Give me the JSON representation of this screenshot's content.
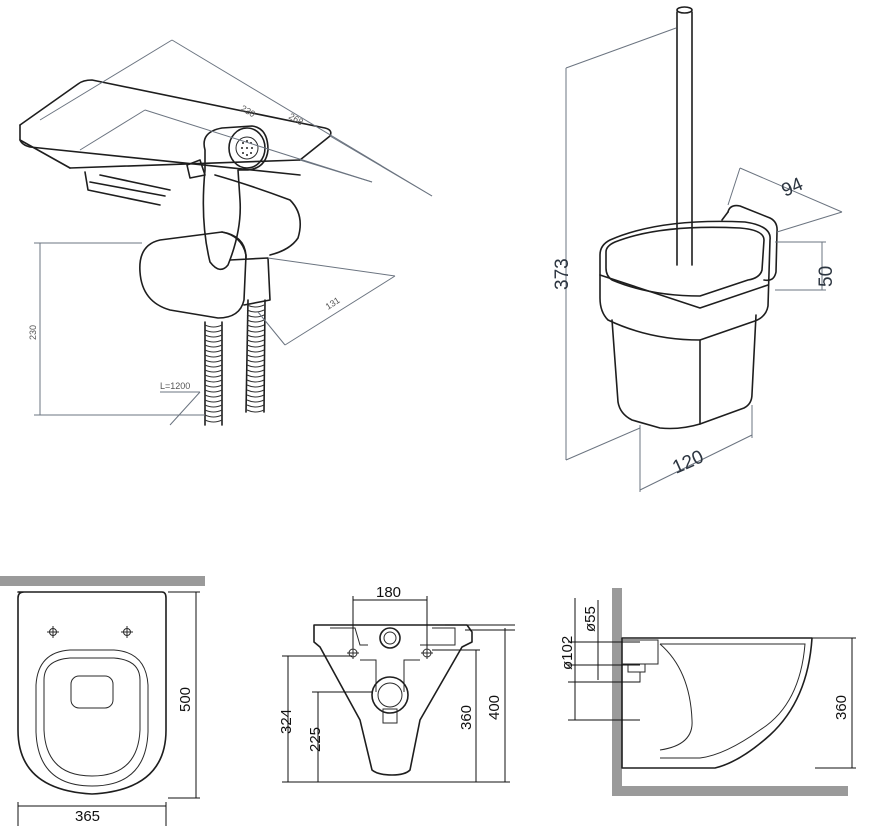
{
  "shower_set": {
    "dim_width_inner": "230",
    "dim_width_outer": "268",
    "dim_height": "230",
    "dim_depth": "131",
    "hose_length": "L=1200"
  },
  "brush_holder": {
    "dim_height": "373",
    "dim_depth": "94",
    "dim_mount": "50",
    "dim_width": "120"
  },
  "wc_top": {
    "dim_width": "365",
    "dim_length": "500"
  },
  "wc_front": {
    "dim_bolt_spacing": "180",
    "dim_outlet_low": "225",
    "dim_outlet_high": "324",
    "dim_inlet": "360",
    "dim_height": "400"
  },
  "wc_side": {
    "dim_pipe_small": "ø55",
    "dim_pipe_large": "ø102",
    "dim_height": "360"
  },
  "colors": {
    "line": "#1e1e1e",
    "dimension": "#6b7480",
    "wall": "#9a9a9a"
  }
}
